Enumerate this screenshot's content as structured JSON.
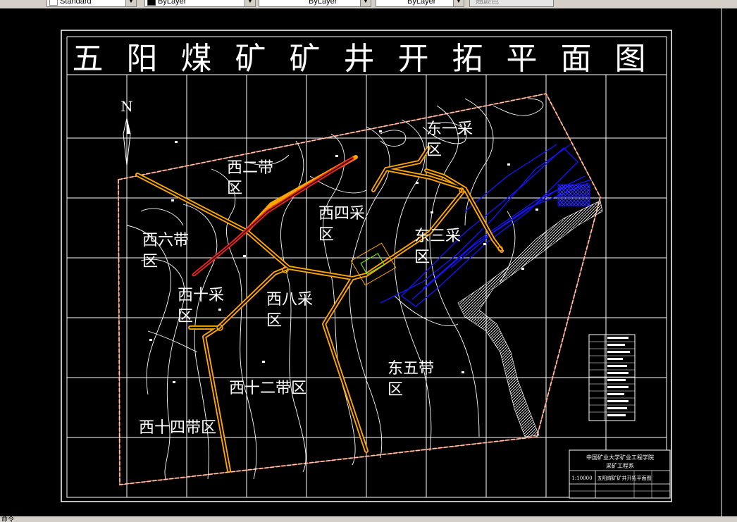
{
  "toolbar": {
    "textstyle": "Standard",
    "layer_color": "ByLayer",
    "layer_linetype": "ByLayer",
    "layer_lineweight": "ByLayer",
    "plotstyle": "随颜色"
  },
  "drawing": {
    "title": "五阳煤矿矿井开拓平面图",
    "north_label": "N",
    "zones": {
      "east1": [
        "东一采",
        "区"
      ],
      "west2": [
        "西二带",
        "区"
      ],
      "west4": [
        "西四采",
        "区"
      ],
      "east3": [
        "东三采",
        "区"
      ],
      "west6": [
        "西六带",
        "区"
      ],
      "west10": [
        "西十采",
        "区"
      ],
      "west8": [
        "西八采",
        "区"
      ],
      "east5": [
        "东五带",
        "区"
      ],
      "west12": [
        "西十二带区"
      ],
      "west14": [
        "西十四带区"
      ]
    },
    "title_block": {
      "school": "中国矿业大学矿业工程学院",
      "dept": "采矿工程系",
      "scale": "1:10000",
      "drawing_name": "五阳煤矿矿井开拓平面图"
    }
  },
  "colors": {
    "background": "#000000",
    "grid": "#ffffff",
    "contour": "#ffffff",
    "roadway": "#ffa500",
    "red_roadway": "#ff2020",
    "river": "#1515ff",
    "boundary": "#ff7f50"
  },
  "status": {
    "text": "命令"
  }
}
